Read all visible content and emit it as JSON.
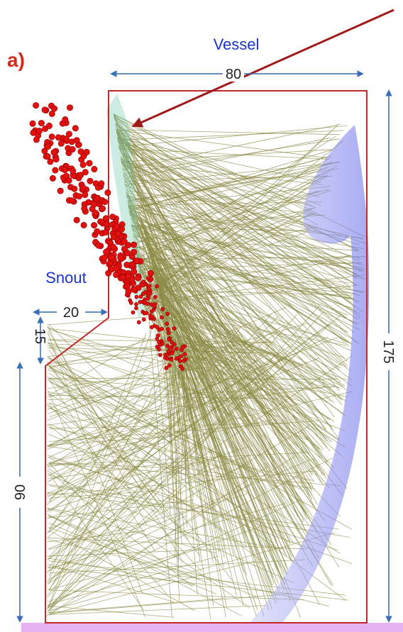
{
  "figure": {
    "panel_label": "a)",
    "vessel_label": "Vessel",
    "snout_label": "Snout",
    "dimensions": {
      "vessel_width": "80",
      "snout_width": "20",
      "snout_step": "15",
      "lower_height": "90",
      "total_height": "175"
    },
    "colors": {
      "outline": "#c0282a",
      "ray": "#8b8a45",
      "point": "#e31010",
      "point_edge": "#8a0000",
      "pointer_arrow": "#a01a1a",
      "dimension_arrow": "#3a6fb5",
      "label_blue": "#1a33cc",
      "panel_label": "#d42a1a",
      "detector": "#7f84f0",
      "source_plane": "#6fc8a8",
      "floor": "#e6b2f0"
    }
  }
}
